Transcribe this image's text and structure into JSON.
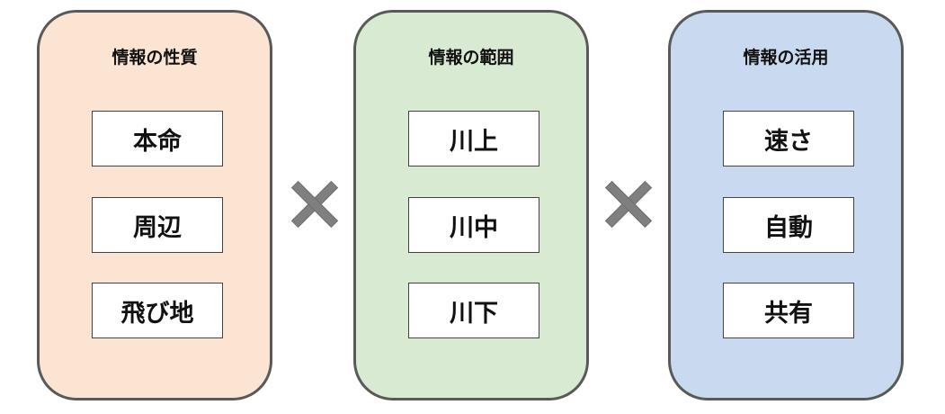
{
  "colors": {
    "border": "#595959",
    "cross": "#7f7f7f"
  },
  "panels": [
    {
      "title": "情報の性質",
      "fill": "#fce4d3",
      "items": [
        "本命",
        "周辺",
        "飛び地"
      ]
    },
    {
      "title": "情報の範囲",
      "fill": "#d9ead3",
      "items": [
        "川上",
        "川中",
        "川下"
      ]
    },
    {
      "title": "情報の活用",
      "fill": "#c9daf0",
      "items": [
        "速さ",
        "自動",
        "共有"
      ]
    }
  ],
  "operators": [
    {
      "icon": "multiply-icon"
    },
    {
      "icon": "multiply-icon"
    }
  ]
}
